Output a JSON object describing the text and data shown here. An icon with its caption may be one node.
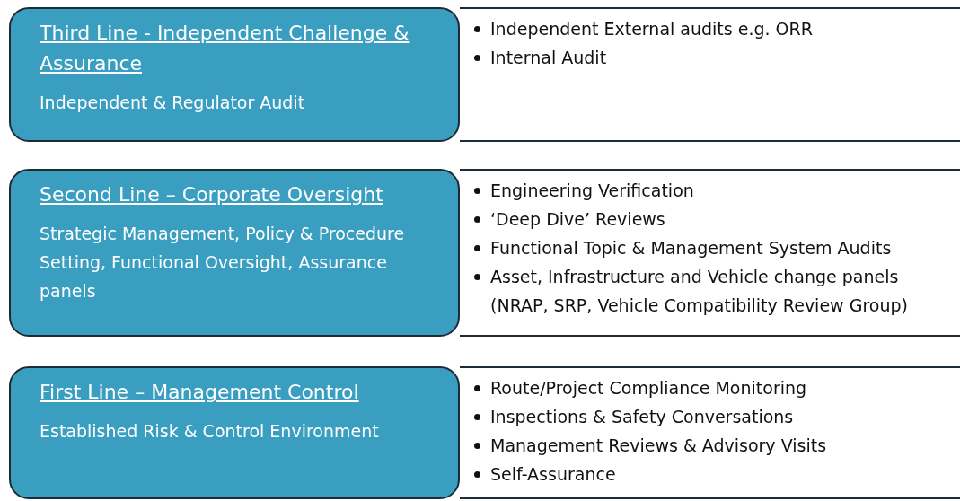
{
  "diagram": {
    "nodes": [
      {
        "text": [
          "Third Line - Independent Challenge & Assurance",
          "Independent & Regulator Audit"
        ]
      },
      {
        "text": [
          "Independent External audits e.g. ORR",
          "Internal Audit"
        ]
      },
      {
        "text": [
          "Second Line – Corporate Oversight",
          "Strategic Management, Policy & Procedure Setting, Functional Oversight, Assurance panels"
        ]
      },
      {
        "text": [
          "Engineering Verification",
          "‘Deep Dive’ Reviews",
          "Functional Topic & Management System Audits",
          "Asset, Infrastructure and Vehicle change panels (NRAP, SRP, Vehicle Compatibility Review Group)"
        ]
      },
      {
        "text": [
          "First Line – Management Control",
          "Established Risk & Control Environment"
        ]
      },
      {
        "text": [
          "Route/Project Compliance Monitoring",
          "Inspections & Safety Conversations",
          "Management Reviews & Advisory Visits",
          "Self-Assurance"
        ]
      }
    ],
    "edges": []
  }
}
